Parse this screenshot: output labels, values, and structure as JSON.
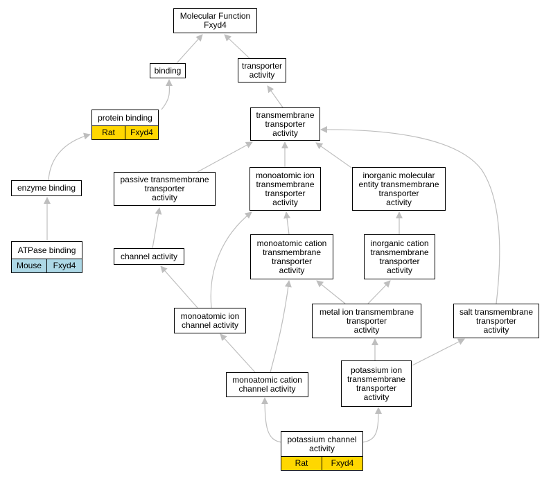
{
  "nodes": {
    "mf": "Molecular Function\nFxyd4",
    "binding": "binding",
    "transporter": "transporter\nactivity",
    "protein_binding": {
      "label": "protein binding",
      "species": "Rat",
      "gene": "Fxyd4",
      "color": "#FFD700"
    },
    "tmt": "transmembrane\ntransporter\nactivity",
    "enzyme_binding": "enzyme binding",
    "passive": "passive transmembrane\ntransporter\nactivity",
    "monoion_tmt": "monoatomic ion\ntransmembrane\ntransporter\nactivity",
    "inorg_mol": "inorganic molecular\nentity transmembrane\ntransporter\nactivity",
    "atpase": {
      "label": "ATPase binding",
      "species": "Mouse",
      "gene": "Fxyd4",
      "color": "#ADD8E6"
    },
    "channel": "channel activity",
    "monocation_tmt": "monoatomic cation\ntransmembrane\ntransporter\nactivity",
    "inorg_cation": "inorganic cation\ntransmembrane\ntransporter\nactivity",
    "monoion_channel": "monoatomic ion\nchannel activity",
    "metal_ion": "metal ion transmembrane\ntransporter\nactivity",
    "salt": "salt transmembrane\ntransporter\nactivity",
    "monocation_channel": "monoatomic cation\nchannel activity",
    "potassium_tmt": "potassium ion\ntransmembrane\ntransporter\nactivity",
    "potassium_channel": {
      "label": "potassium channel\nactivity",
      "species": "Rat",
      "gene": "Fxyd4",
      "color": "#FFD700"
    }
  },
  "edge_color": "#BEBEBE"
}
